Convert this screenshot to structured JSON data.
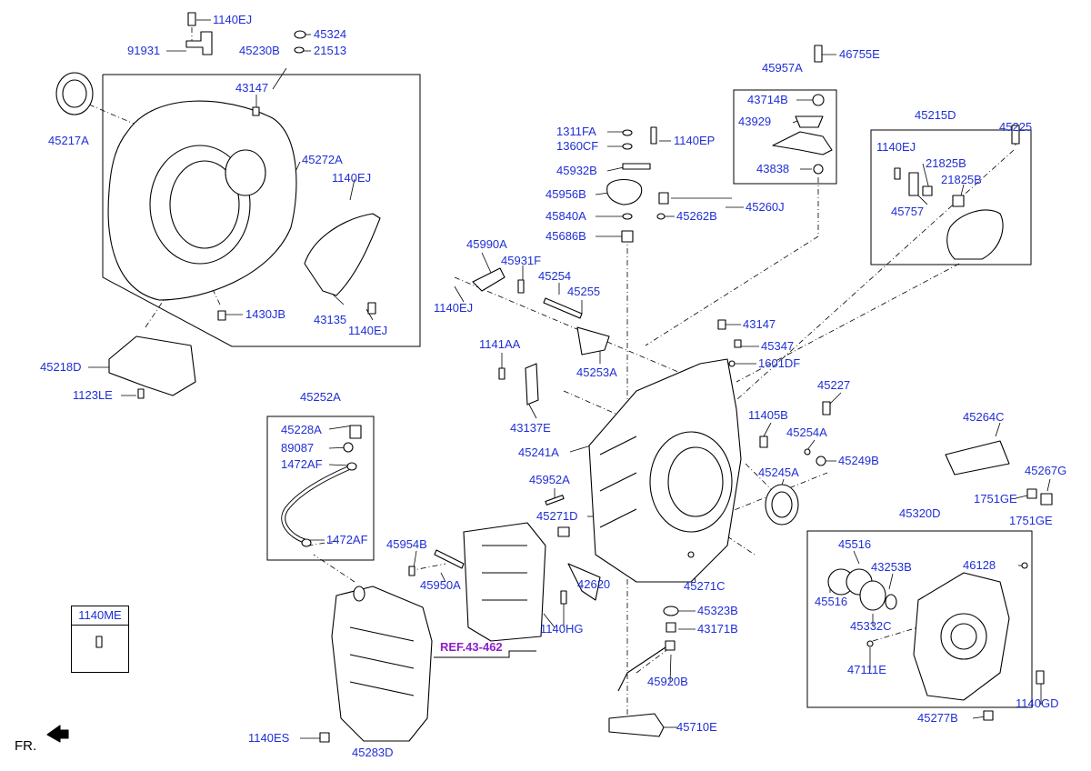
{
  "labels": [
    {
      "id": "p1140EJ_top",
      "text": "1140EJ"
    },
    {
      "id": "p45324",
      "text": "45324"
    },
    {
      "id": "p91931",
      "text": "91931"
    },
    {
      "id": "p45230B",
      "text": "45230B"
    },
    {
      "id": "p21513",
      "text": "21513"
    },
    {
      "id": "p45217A",
      "text": "45217A"
    },
    {
      "id": "p43147_a",
      "text": "43147"
    },
    {
      "id": "p45272A",
      "text": "45272A"
    },
    {
      "id": "p1140EJ_b",
      "text": "1140EJ"
    },
    {
      "id": "p1430JB",
      "text": "1430JB"
    },
    {
      "id": "p43135",
      "text": "43135"
    },
    {
      "id": "p1140EJ_c",
      "text": "1140EJ"
    },
    {
      "id": "p45218D",
      "text": "45218D"
    },
    {
      "id": "p1123LE",
      "text": "1123LE"
    },
    {
      "id": "p45252A",
      "text": "45252A"
    },
    {
      "id": "p45228A",
      "text": "45228A"
    },
    {
      "id": "p89087",
      "text": "89087"
    },
    {
      "id": "p1472AF_a",
      "text": "1472AF"
    },
    {
      "id": "p1472AF_b",
      "text": "1472AF"
    },
    {
      "id": "p1140ME",
      "text": "1140ME"
    },
    {
      "id": "p1140ES",
      "text": "1140ES"
    },
    {
      "id": "p45283D",
      "text": "45283D"
    },
    {
      "id": "pFR",
      "text": "FR."
    },
    {
      "id": "p1311FA",
      "text": "1311FA"
    },
    {
      "id": "p1360CF",
      "text": "1360CF"
    },
    {
      "id": "p1140EP",
      "text": "1140EP"
    },
    {
      "id": "p45932B",
      "text": "45932B"
    },
    {
      "id": "p45956B",
      "text": "45956B"
    },
    {
      "id": "p45840A",
      "text": "45840A"
    },
    {
      "id": "p45686B",
      "text": "45686B"
    },
    {
      "id": "p45262B",
      "text": "45262B"
    },
    {
      "id": "p45260J",
      "text": "45260J"
    },
    {
      "id": "p45957A",
      "text": "45957A"
    },
    {
      "id": "p46755E",
      "text": "46755E"
    },
    {
      "id": "p43714B",
      "text": "43714B"
    },
    {
      "id": "p43929",
      "text": "43929"
    },
    {
      "id": "p43838",
      "text": "43838"
    },
    {
      "id": "p45215D",
      "text": "45215D"
    },
    {
      "id": "p45225",
      "text": "45225"
    },
    {
      "id": "p1140EJ_d",
      "text": "1140EJ"
    },
    {
      "id": "p21825B_a",
      "text": "21825B"
    },
    {
      "id": "p21825B_b",
      "text": "21825B"
    },
    {
      "id": "p45757",
      "text": "45757"
    },
    {
      "id": "p45990A",
      "text": "45990A"
    },
    {
      "id": "p45931F",
      "text": "45931F"
    },
    {
      "id": "p45254",
      "text": "45254"
    },
    {
      "id": "p45255",
      "text": "45255"
    },
    {
      "id": "p1140EJ_e",
      "text": "1140EJ"
    },
    {
      "id": "p45253A",
      "text": "45253A"
    },
    {
      "id": "p43147_b",
      "text": "43147"
    },
    {
      "id": "p45347",
      "text": "45347"
    },
    {
      "id": "p1601DF",
      "text": "1601DF"
    },
    {
      "id": "p1141AA",
      "text": "1141AA"
    },
    {
      "id": "p43137E",
      "text": "43137E"
    },
    {
      "id": "p45227",
      "text": "45227"
    },
    {
      "id": "p11405B",
      "text": "11405B"
    },
    {
      "id": "p45254A",
      "text": "45254A"
    },
    {
      "id": "p45241A",
      "text": "45241A"
    },
    {
      "id": "p45249B",
      "text": "45249B"
    },
    {
      "id": "p45264C",
      "text": "45264C"
    },
    {
      "id": "p45245A",
      "text": "45245A"
    },
    {
      "id": "p45952A",
      "text": "45952A"
    },
    {
      "id": "p45267G",
      "text": "45267G"
    },
    {
      "id": "p1751GE_a",
      "text": "1751GE"
    },
    {
      "id": "p1751GE_b",
      "text": "1751GE"
    },
    {
      "id": "p45271D",
      "text": "45271D"
    },
    {
      "id": "p45320D",
      "text": "45320D"
    },
    {
      "id": "p45954B",
      "text": "45954B"
    },
    {
      "id": "p45950A",
      "text": "45950A"
    },
    {
      "id": "p45271C",
      "text": "45271C"
    },
    {
      "id": "p45516_a",
      "text": "45516"
    },
    {
      "id": "p45516_b",
      "text": "45516"
    },
    {
      "id": "p43253B",
      "text": "43253B"
    },
    {
      "id": "p46128",
      "text": "46128"
    },
    {
      "id": "p42620",
      "text": "42620"
    },
    {
      "id": "p45323B",
      "text": "45323B"
    },
    {
      "id": "p45332C",
      "text": "45332C"
    },
    {
      "id": "p1140HG",
      "text": "1140HG"
    },
    {
      "id": "p43171B",
      "text": "43171B"
    },
    {
      "id": "pREF",
      "text": "REF.43-462"
    },
    {
      "id": "p47111E",
      "text": "47111E"
    },
    {
      "id": "p45920B",
      "text": "45920B"
    },
    {
      "id": "p1140GD",
      "text": "1140GD"
    },
    {
      "id": "p45710E",
      "text": "45710E"
    },
    {
      "id": "p45277B",
      "text": "45277B"
    }
  ]
}
